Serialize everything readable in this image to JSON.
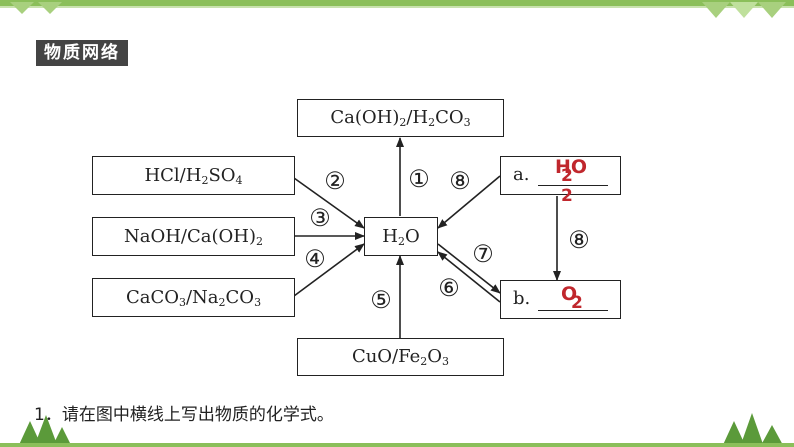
{
  "section_title": "物质网络",
  "boxes": {
    "top": "Ca(OH)₂/H₂CO₃",
    "hcl": "HCl/H₂SO₄",
    "naoh": "NaOH/Ca(OH)₂",
    "caco3": "CaCO₃/Na₂CO₃",
    "center": "H₂O",
    "bottom": "CuO/Fe₂O₃",
    "a_prefix": "a.",
    "b_prefix": "b."
  },
  "answers": {
    "a_main": "HO",
    "a_sub": "2 2",
    "b_main": "O",
    "b_sub": "2"
  },
  "labels": {
    "n1": "①",
    "n2": "②",
    "n3": "③",
    "n4": "④",
    "n5": "⑤",
    "n6": "⑥",
    "n7": "⑦",
    "n8a": "⑧",
    "n8b": "⑧"
  },
  "question": "1．请在图中横线上写出物质的化学式。",
  "colors": {
    "accent_green": "#8bbf5a",
    "answer_red": "#c0272d",
    "title_bg": "#444444"
  }
}
